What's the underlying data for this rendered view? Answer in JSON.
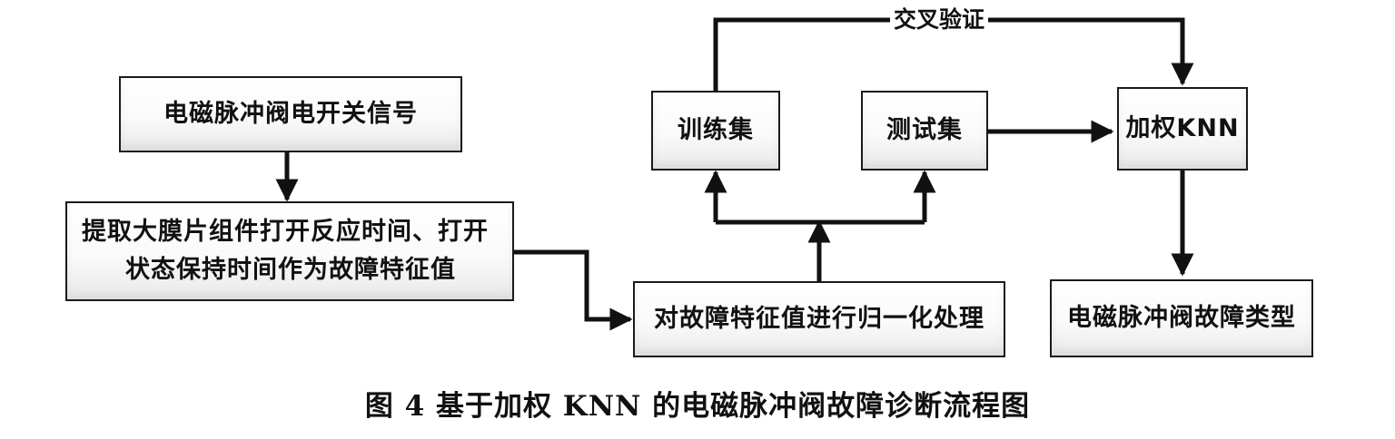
{
  "diagram": {
    "nodes": {
      "signal": "电磁脉冲阀电开关信号",
      "extract_line1": "提取大膜片组件打开反应时间、打开",
      "extract_line2": "状态保持时间作为故障特征值",
      "normalize": "对故障特征值进行归一化处理",
      "train": "训练集",
      "test": "测试集",
      "wknn": "加权KNN",
      "fault_type": "电磁脉冲阀故障类型"
    },
    "edge_labels": {
      "cross_validation": "交叉验证"
    },
    "edges": [
      {
        "from": "signal",
        "to": "extract"
      },
      {
        "from": "extract",
        "to": "normalize"
      },
      {
        "from": "normalize",
        "to": "train"
      },
      {
        "from": "normalize",
        "to": "test"
      },
      {
        "from": "train",
        "to": "wknn",
        "label": "交叉验证"
      },
      {
        "from": "test",
        "to": "wknn"
      },
      {
        "from": "wknn",
        "to": "fault_type"
      }
    ]
  },
  "caption": "图 4  基于加权  KNN  的电磁脉冲阀故障诊断流程图"
}
